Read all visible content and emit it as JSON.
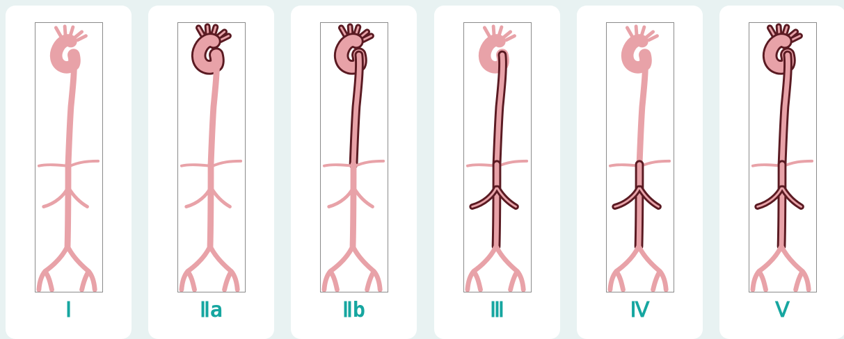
{
  "colors": {
    "background": "#e8f2f2",
    "card": "#ffffff",
    "vessel": "#e8a2a8",
    "dissection": "#5a1a22",
    "frame": "#8a8a8a",
    "label": "#16a6a0"
  },
  "panels": [
    {
      "label": "Ⅰ",
      "dissected": {
        "arch": false,
        "descending": false,
        "abdominal": false
      }
    },
    {
      "label": "Ⅱa",
      "dissected": {
        "arch": true,
        "descending": false,
        "abdominal": false
      }
    },
    {
      "label": "Ⅱb",
      "dissected": {
        "arch": true,
        "descending": true,
        "abdominal": false
      }
    },
    {
      "label": "Ⅲ",
      "dissected": {
        "arch": false,
        "descending": true,
        "abdominal": true
      }
    },
    {
      "label": "Ⅳ",
      "dissected": {
        "arch": false,
        "descending": false,
        "abdominal": true
      }
    },
    {
      "label": "Ⅴ",
      "dissected": {
        "arch": true,
        "descending": true,
        "abdominal": true
      }
    }
  ]
}
